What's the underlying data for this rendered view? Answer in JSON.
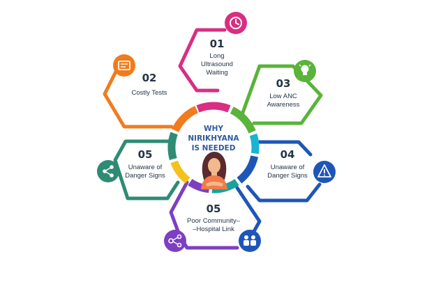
{
  "center": {
    "title_lines": [
      "WHY",
      "NIRIKHYANA",
      "IS NEEDED"
    ]
  },
  "segments": [
    {
      "number": "01",
      "lines": [
        "Long",
        "Ultrasound",
        "Waiting"
      ],
      "color": "#d92e82",
      "icon": "clock-icon"
    },
    {
      "number": "02",
      "lines": [
        "Costly Tests"
      ],
      "color": "#f07c1e",
      "icon": "document-icon"
    },
    {
      "number": "03",
      "lines": [
        "Low ANC",
        "Awareness"
      ],
      "color": "#5ab33a",
      "icon": "lightbulb-icon"
    },
    {
      "number": "05",
      "lines": [
        "Unaware of",
        "Danger Signs"
      ],
      "color": "#2e8b74",
      "icon": "share-icon"
    },
    {
      "number": "04",
      "lines": [
        "Unaware of",
        "Danger Signs"
      ],
      "color": "#1e56b8",
      "icon": "warning-icon"
    },
    {
      "number": "05",
      "lines": [
        "Poor Community–",
        "–Hospital Link"
      ],
      "color": "#7d3fc2",
      "icon": "network-icon",
      "icon2": "people-icon",
      "icon2_color": "#1e56b8"
    }
  ],
  "colors": {
    "ring_cyan": "#19b3d3",
    "ring_teal": "#1aa39c",
    "ring_yellow": "#f5c21b",
    "center_text": "#2f5aa0"
  }
}
